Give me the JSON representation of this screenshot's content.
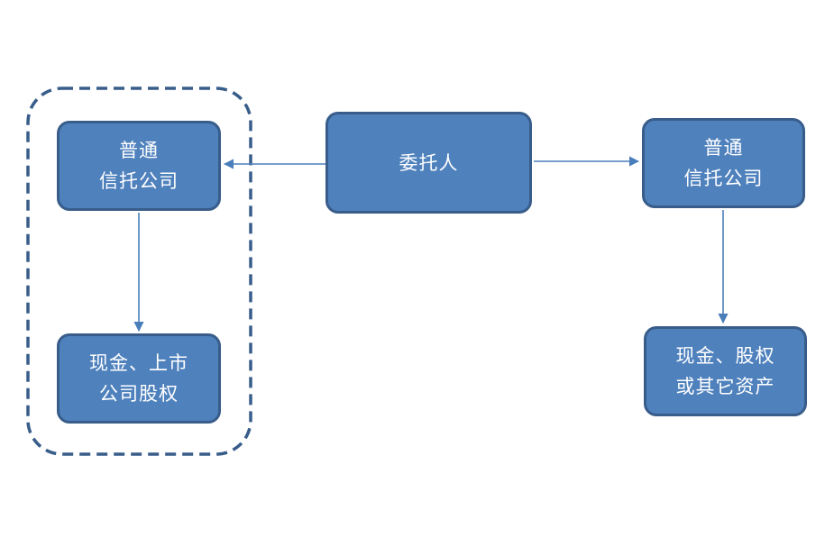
{
  "diagram": {
    "left_group": {
      "trust": {
        "line1": "普通",
        "line2": "信托公司"
      },
      "asset": {
        "line1": "现金、上市",
        "line2": "公司股权"
      }
    },
    "settlor": {
      "label": "委托人"
    },
    "right_group": {
      "trust": {
        "line1": "普通",
        "line2": "信托公司"
      },
      "asset": {
        "line1": "现金、股权",
        "line2": "或其它资产"
      }
    }
  },
  "colors": {
    "node_fill": "#4f81bd",
    "node_border": "#385d8a",
    "connector": "#4a7ebb",
    "dashed_group_border": "#385d8a",
    "text": "#ffffff"
  }
}
